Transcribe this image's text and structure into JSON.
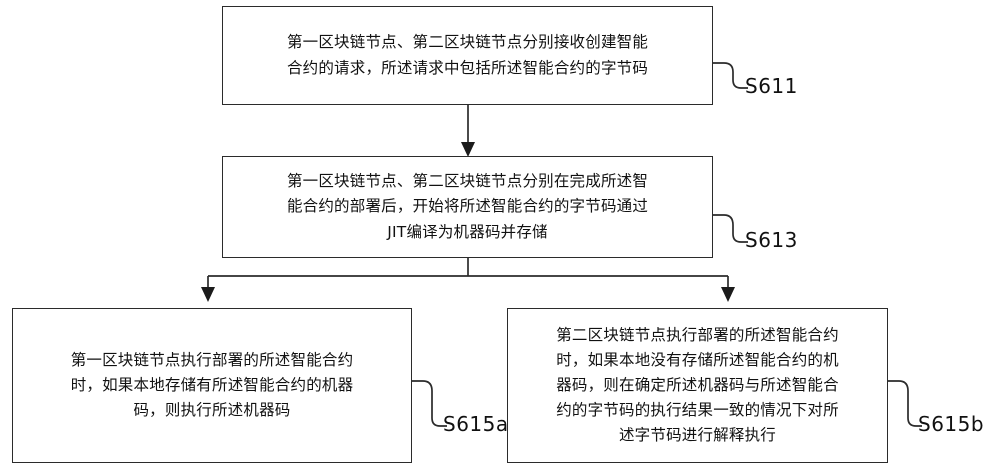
{
  "diagram": {
    "type": "flowchart",
    "title": "",
    "background_color": "#ffffff",
    "line_color": "#2b2b2b",
    "text_color": "#111111",
    "nodes": [
      {
        "id": "S611",
        "label": "S611",
        "text": "第一区块链节点、第二区块链节点分别接收创建智能\n合约的请求，所述请求中包括所述智能合约的字节码"
      },
      {
        "id": "S613",
        "label": "S613",
        "text": "第一区块链节点、第二区块链节点分别在完成所述智\n能合约的部署后，开始将所述智能合约的字节码通过\nJIT编译为机器码并存储"
      },
      {
        "id": "S615a",
        "label": "S615a",
        "text": "第一区块链节点执行部署的所述智能合约\n时，如果本地存储有所述智能合约的机器\n码，则执行所述机器码"
      },
      {
        "id": "S615b",
        "label": "S615b",
        "text": "第二区块链节点执行部署的所述智能合约\n时，如果本地没有存储所述智能合约的机\n器码，则在确定所述机器码与所述智能合\n约的字节码的执行结果一致的情况下对所\n述字节码进行解释执行"
      }
    ],
    "edges": [
      {
        "from": "S611",
        "to": "S613",
        "style": "straight-arrow"
      },
      {
        "from": "S613",
        "to": "S615a",
        "style": "split-arrow"
      },
      {
        "from": "S613",
        "to": "S615b",
        "style": "split-arrow"
      }
    ]
  }
}
